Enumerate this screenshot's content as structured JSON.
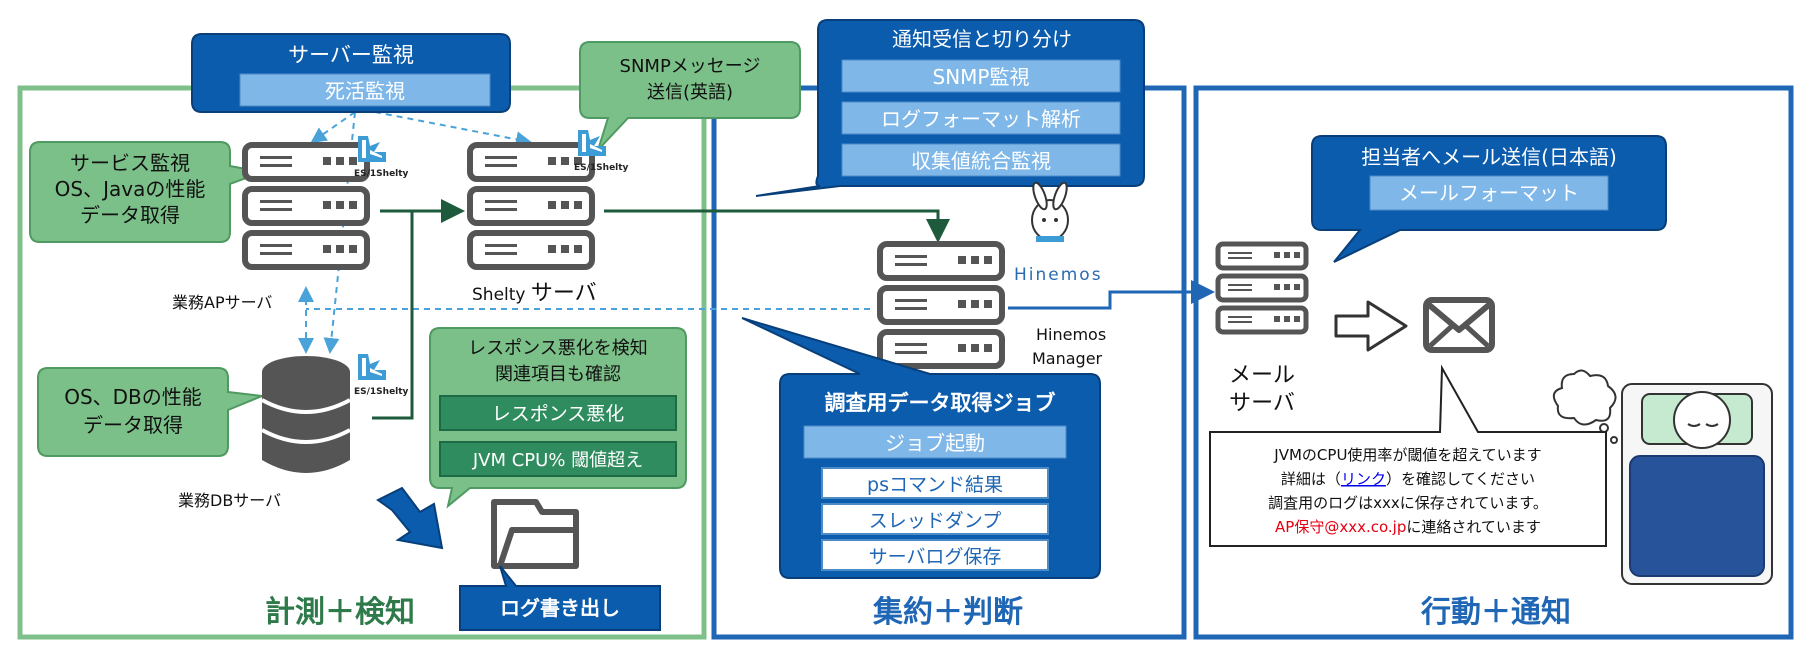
{
  "sections": {
    "measure": "計測＋検知",
    "aggregate": "集約＋判断",
    "action": "行動＋通知"
  },
  "server_monitor": {
    "title": "サーバー監視",
    "item": "死活監視"
  },
  "snmp_send": {
    "line1": "SNMPメッセージ",
    "line2": "送信(英語)"
  },
  "service_monitor": {
    "line1": "サービス監視",
    "line2": "OS、Javaの性能",
    "line3": "データ取得"
  },
  "db_perf": {
    "line1": "OS、DBの性能",
    "line2": "データ取得"
  },
  "logos": {
    "es_shelty": "ES/1Shelty",
    "hinemos": "Hinemos"
  },
  "servers": {
    "app": "業務APサーバ",
    "shelty_prefix": "Shelty",
    "shelty_suffix": "サーバ",
    "db": "業務DBサーバ",
    "hinemos_line1": "Hinemos",
    "hinemos_line2": "Manager",
    "mail_line1": "メール",
    "mail_line2": "サーバ"
  },
  "response": {
    "line1": "レスポンス悪化を検知",
    "line2": "関連項目も確認",
    "item1": "レスポンス悪化",
    "item2": "JVM CPU% 閾値超え"
  },
  "log_output": "ログ書き出し",
  "notify_filter": {
    "title": "通知受信と切り分け",
    "items": [
      "SNMP監視",
      "ログフォーマット解析",
      "収集値統合監視"
    ]
  },
  "job": {
    "title": "調査用データ取得ジョブ",
    "start": "ジョブ起動",
    "items": [
      "psコマンド結果",
      "スレッドダンプ",
      "サーバログ保存"
    ]
  },
  "mail_send": {
    "title": "担当者へメール送信(日本語)",
    "item": "メールフォーマット"
  },
  "mail_msg": {
    "line1": "JVMのCPU使用率が閾値を超えています",
    "line2_pre": "詳細は（",
    "line2_link": "リンク",
    "line2_post": "）を確認してください",
    "line3": "調査用のログはxxxに保存されています。",
    "line4_red": "AP保守@xxx.co.jp",
    "line4_rest": "に連絡されています"
  },
  "colors": {
    "green_border": "#7fc08a",
    "blue_border": "#1f66b5",
    "blue_dark": "#0c5cad",
    "blue_light": "#7fb8e8",
    "green_callout": "#7cc089",
    "green_dark": "#2f8c5f",
    "server_grey": "#555555",
    "red_text": "#e60012",
    "link_blue": "#0000ee"
  }
}
